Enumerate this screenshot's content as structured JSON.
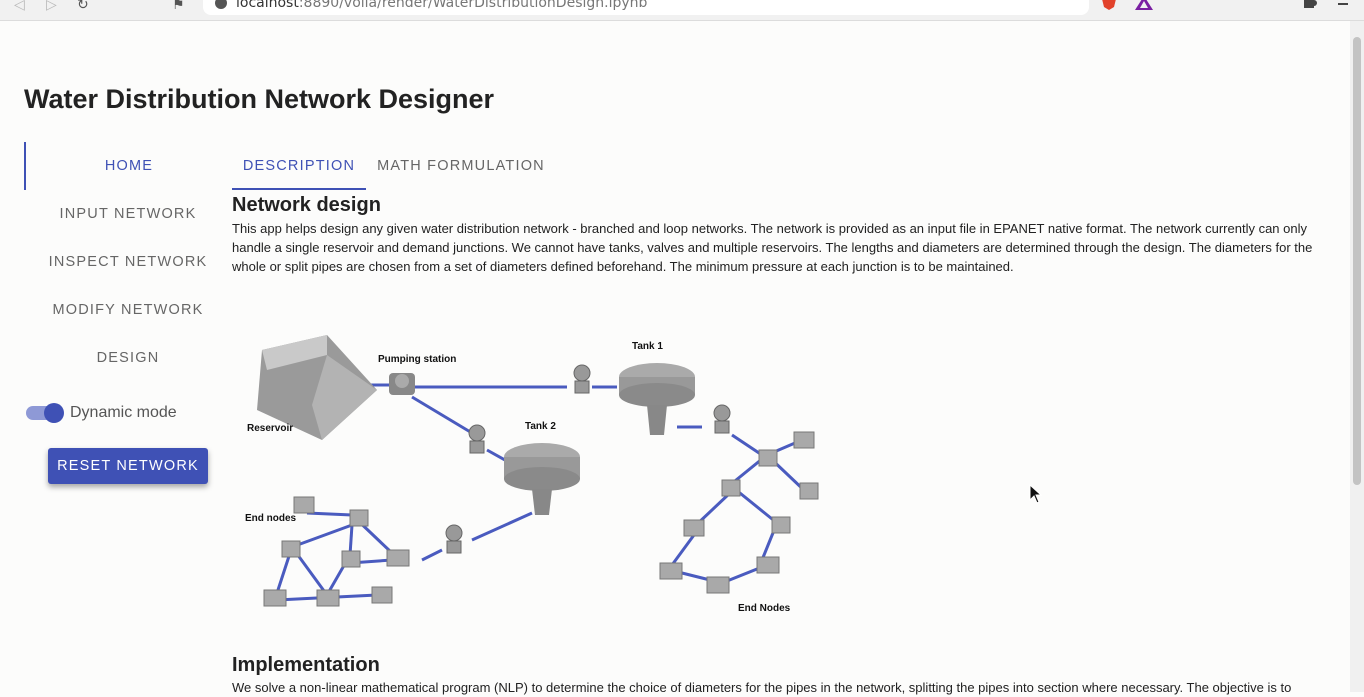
{
  "browser": {
    "url_host": "localhost",
    "url_rest": ":8890/voila/render/WaterDistributionDesign.ipynb"
  },
  "app": {
    "title": "Water Distribution Network Designer"
  },
  "nav": {
    "items": [
      {
        "label": "HOME",
        "active": true
      },
      {
        "label": "INPUT NETWORK",
        "active": false
      },
      {
        "label": "INSPECT NETWORK",
        "active": false
      },
      {
        "label": "MODIFY NETWORK",
        "active": false
      },
      {
        "label": "DESIGN",
        "active": false
      }
    ],
    "toggle_label": "Dynamic mode",
    "toggle_on": true,
    "reset_label": "RESET NETWORK"
  },
  "tabs": [
    {
      "label": "DESCRIPTION",
      "active": true
    },
    {
      "label": "MATH FORMULATION",
      "active": false
    }
  ],
  "content": {
    "section1_title": "Network design",
    "section1_text": "This app helps design any given water distribution network - branched and loop networks. The network is provided as an input file in EPANET native format. The network currently can only handle a single reservoir and demand junctions. We cannot have tanks, valves and multiple reservoirs. The lengths and diameters are determined through the design. The diameters for the whole or split pipes are chosen from a set of diameters defined beforehand. The minimum pressure at each junction is to be maintained.",
    "diagram_labels": {
      "pumping": "Pumping station",
      "tank1": "Tank 1",
      "tank2": "Tank 2",
      "reservoir": "Reservoir",
      "end_nodes_left": "End nodes",
      "end_nodes_right": "End Nodes"
    },
    "section2_title": "Implementation",
    "section2_text": "We solve a non-linear mathematical program (NLP) to determine the choice of diameters for the pipes in the network, splitting the pipes into section where necessary. The objective is to"
  },
  "colors": {
    "accent": "#3f51b5",
    "pipe": "#4a5bbf"
  }
}
